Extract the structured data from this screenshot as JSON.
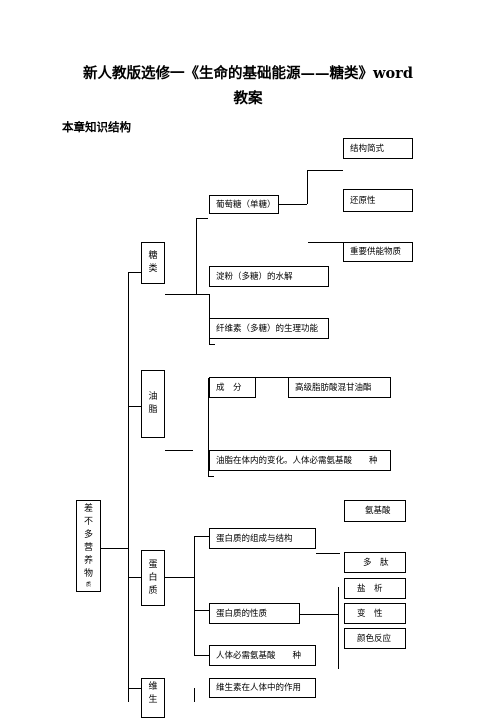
{
  "title_line1": "新人教版选修一《生命的基础能源——糖类》word",
  "title_line2": "教案",
  "subheading": "本章知识结构",
  "root": {
    "chars": [
      "差",
      "不",
      "多",
      "营",
      "养",
      "物",
      "质"
    ]
  },
  "sugar": {
    "chars": [
      "糖",
      "类"
    ],
    "glucose": "葡萄糖（单糖）",
    "structure": "结构简式",
    "reducing": "还原性",
    "energy": "重要供能物质",
    "starch": "淀粉（多糖）的水解",
    "cellulose": "纤维素（多糖）的生理功能"
  },
  "fat": {
    "chars": [
      "油",
      "脂"
    ],
    "composition": "成　分",
    "fatty_acid": "高级脂肪酸混甘油酯",
    "change": "油脂在体内的变化。人体必需氨基酸　　种"
  },
  "protein": {
    "chars": [
      "蛋",
      "白",
      "质"
    ],
    "structure": "蛋白质的组成与结构",
    "amino": "氨基酸",
    "peptide": "多　肽",
    "property": "蛋白质的性质",
    "salting": "盐　析",
    "denature": "变　性",
    "color": "颜色反应",
    "essential": "人体必需氨基酸　　种"
  },
  "vitamin": {
    "chars": [
      "维",
      "生"
    ],
    "function": "维生素在人体中的作用"
  }
}
